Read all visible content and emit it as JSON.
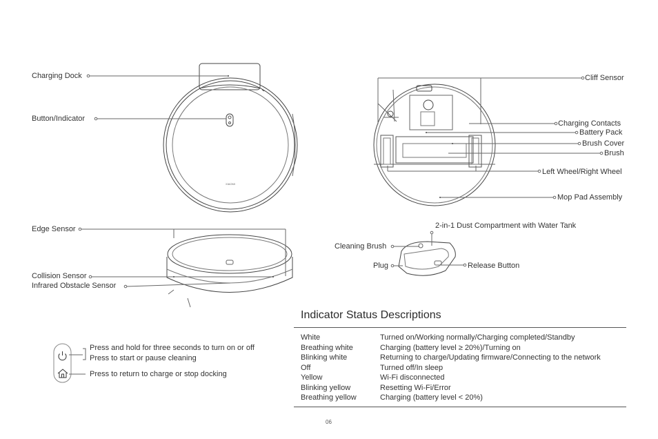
{
  "robot_top": {
    "charging_dock": "Charging Dock",
    "button_indicator": "Button/Indicator",
    "brand": "XIAOMI"
  },
  "robot_side": {
    "edge_sensor": "Edge Sensor",
    "collision_sensor": "Collision Sensor",
    "infrared_sensor": "Infrared Obstacle Sensor"
  },
  "robot_bottom": {
    "cliff_sensor": "Cliff Sensor",
    "charging_contacts": "Charging Contacts",
    "battery_pack": "Battery Pack",
    "brush_cover": "Brush Cover",
    "brush": "Brush",
    "wheels": "Left Wheel/Right Wheel",
    "mop_pad": "Mop Pad Assembly"
  },
  "dust_box": {
    "title": "2-in-1 Dust Compartment with Water Tank",
    "cleaning_brush": "Cleaning Brush",
    "plug": "Plug",
    "release_button": "Release Button"
  },
  "buttons": {
    "power_hold": "Press and hold for three seconds to turn on or off",
    "power_press": "Press to start or pause cleaning",
    "home_press": "Press to return to charge or stop docking"
  },
  "indicator": {
    "title": "Indicator Status Descriptions",
    "rows": [
      {
        "state": "White",
        "desc": "Turned on/Working normally/Charging completed/Standby"
      },
      {
        "state": "Breathing white",
        "desc": "Charging (battery level ≥ 20%)/Turning on"
      },
      {
        "state": "Blinking white",
        "desc": "Returning to charge/Updating firmware/Connecting to the network"
      },
      {
        "state": "Off",
        "desc": "Turned off/In sleep"
      },
      {
        "state": "Yellow",
        "desc": "Wi-Fi disconnected"
      },
      {
        "state": "Blinking yellow",
        "desc": "Resetting Wi-Fi/Error"
      },
      {
        "state": "Breathing yellow",
        "desc": "Charging (battery level < 20%)"
      }
    ]
  },
  "page_number": "06"
}
